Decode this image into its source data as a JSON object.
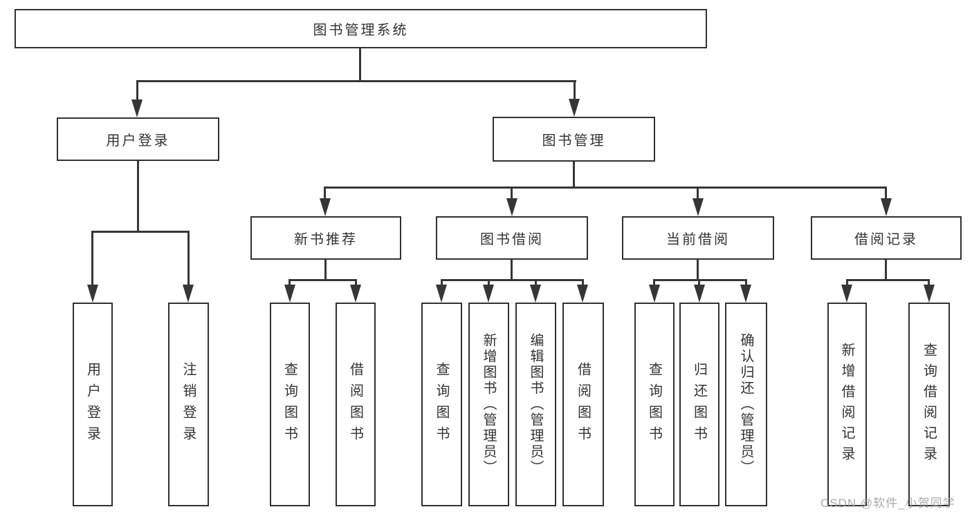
{
  "diagram": {
    "tree": {
      "label": "图书管理系统",
      "children": [
        {
          "label": "用户登录",
          "children": [
            {
              "label": "用户登录"
            },
            {
              "label": "注销登录"
            }
          ]
        },
        {
          "label": "图书管理",
          "children": [
            {
              "label": "新书推荐",
              "children": [
                {
                  "label": "查询图书"
                },
                {
                  "label": "借阅图书"
                }
              ]
            },
            {
              "label": "图书借阅",
              "children": [
                {
                  "label": "查询图书"
                },
                {
                  "label": "新增图书（管理员）"
                },
                {
                  "label": "编辑图书（管理员）"
                },
                {
                  "label": "借阅图书"
                }
              ]
            },
            {
              "label": "当前借阅",
              "children": [
                {
                  "label": "查询图书"
                },
                {
                  "label": "归还图书"
                },
                {
                  "label": "确认归还（管理员）"
                }
              ]
            },
            {
              "label": "借阅记录",
              "children": [
                {
                  "label": "新增借阅记录"
                },
                {
                  "label": "查询借阅记录"
                }
              ]
            }
          ]
        }
      ]
    },
    "colors": {
      "line": "#363636",
      "text": "#333333",
      "box_border": "#303030",
      "background": "#ffffff",
      "watermark": "#9e9e9e"
    }
  },
  "watermark": {
    "text": "CSDN @软件_小贺同学"
  }
}
